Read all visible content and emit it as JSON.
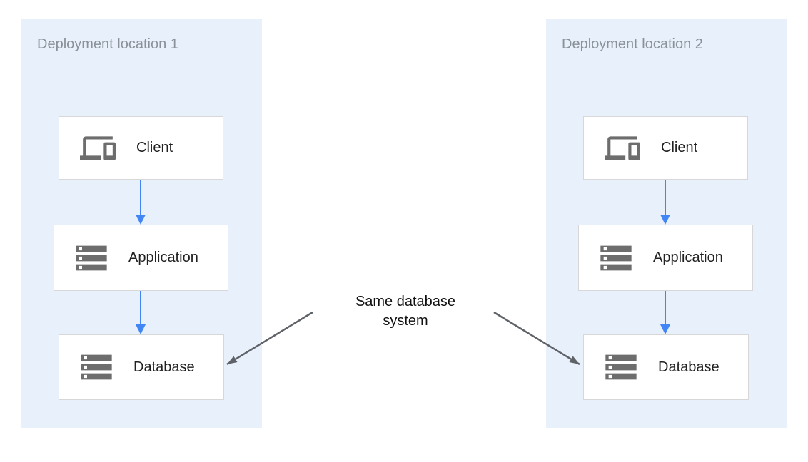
{
  "colors": {
    "canvas_bg": "#ffffff",
    "panel_bg": "#e8f0fb",
    "panel_title": "#8a9198",
    "box_bg": "#ffffff",
    "box_border": "#d7d7d7",
    "label": "#212121",
    "icon_gray": "#6d6d6d",
    "arrow_blue": "#4285f4",
    "arrow_gray": "#5f6368",
    "center_text": "#111111"
  },
  "panels": [
    {
      "title": "Deployment location 1",
      "nodes": [
        {
          "label": "Client",
          "icon": "devices-icon"
        },
        {
          "label": "Application",
          "icon": "server-stack-icon"
        },
        {
          "label": "Database",
          "icon": "server-stack-icon"
        }
      ]
    },
    {
      "title": "Deployment location 2",
      "nodes": [
        {
          "label": "Client",
          "icon": "devices-icon"
        },
        {
          "label": "Application",
          "icon": "server-stack-icon"
        },
        {
          "label": "Database",
          "icon": "server-stack-icon"
        }
      ]
    }
  ],
  "center_label": {
    "text": "Same database system"
  }
}
